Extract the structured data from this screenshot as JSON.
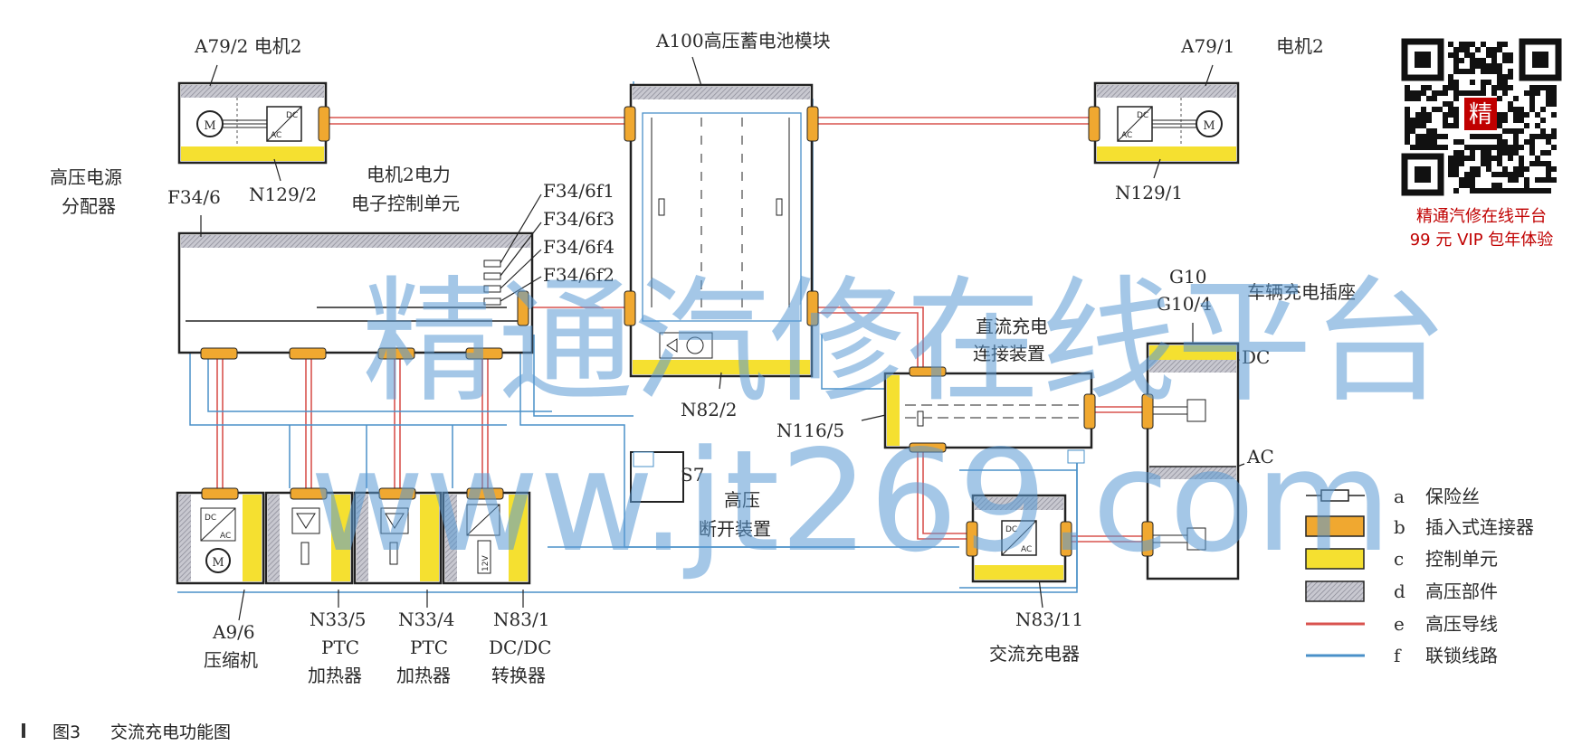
{
  "labels": {
    "a79_2": "A79/2 电机2",
    "a100": "A100高压蓄电池模块",
    "a79_1": "A79/1",
    "a79_1_name": "电机2",
    "hv_dist_1": "高压电源",
    "hv_dist_2": "分配器",
    "f34_6": "F34/6",
    "n129_2": "N129/2",
    "motor_ecu_1": "电机2电力",
    "motor_ecu_2": "电子控制单元",
    "f34_6f1": "F34/6f1",
    "f34_6f3": "F34/6f3",
    "f34_6f4": "F34/6f4",
    "f34_6f2": "F34/6f2",
    "n129_1": "N129/1",
    "g10": "G10",
    "g10_4": "G10/4",
    "charge_socket": "车辆充电插座",
    "dc_connect_1": "直流充电",
    "dc_connect_2": "连接装置",
    "dc": "DC",
    "ac": "AC",
    "n82_2": "N82/2",
    "n116_5": "N116/5",
    "s7": "S7",
    "hv_disc_1": "高压",
    "hv_disc_2": "断开装置",
    "a9_6": "A9/6",
    "a9_6_name": "压缩机",
    "n33_5": "N33/5",
    "n33_4": "N33/4",
    "ptc": "PTC",
    "ptc_heater": "加热器",
    "n83_1": "N83/1",
    "dcdc": "DC/DC",
    "converter": "转换器",
    "n83_11": "N83/11",
    "ac_charger": "交流充电器",
    "motor_m": "M",
    "box_dc": "DC",
    "box_ac": "AC",
    "v12": "12V"
  },
  "legend": [
    {
      "key": "a",
      "text": "保险丝"
    },
    {
      "key": "b",
      "text": "插入式连接器"
    },
    {
      "key": "c",
      "text": "控制单元"
    },
    {
      "key": "d",
      "text": "高压部件"
    },
    {
      "key": "e",
      "text": "高压导线"
    },
    {
      "key": "f",
      "text": "联锁线路"
    }
  ],
  "sidebar": {
    "line1": "精通汽修在线平台",
    "line2": "99 元 VIP 包年体验",
    "qr_char": "精"
  },
  "watermark": {
    "line1": "精通汽修在线平台",
    "line2": "www.jt269.com"
  },
  "caption": {
    "number": "图3",
    "title": "交流充电功能图"
  },
  "colors": {
    "hv_line": "#d9534f",
    "interlock": "#4a90c8",
    "connector": "#f0a830",
    "control_unit": "#f5e030",
    "hv_component": "#b8b8c0"
  }
}
